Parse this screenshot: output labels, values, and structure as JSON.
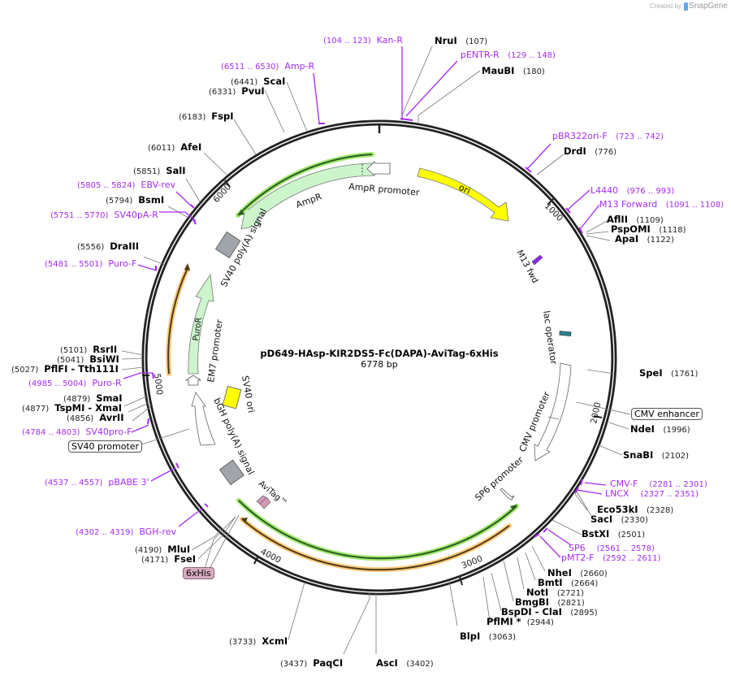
{
  "credit": {
    "prefix": "Created by",
    "brand": "SnapGene"
  },
  "plasmid": {
    "name": "pD649-HAsp-KIR2DS5-Fc(DAPA)-AviTag-6xHis",
    "length_label": "6778 bp",
    "length": 6778
  },
  "ticks": [
    "1000",
    "2000",
    "3000",
    "4000",
    "5000",
    "6000"
  ],
  "enzymes": [
    {
      "name": "NruI",
      "pos": "(107)"
    },
    {
      "name": "MauBI",
      "pos": "(180)"
    },
    {
      "name": "DrdI",
      "pos": "(776)"
    },
    {
      "name": "AflII",
      "pos": "(1109)"
    },
    {
      "name": "PspOMI",
      "pos": "(1118)"
    },
    {
      "name": "ApaI",
      "pos": "(1122)"
    },
    {
      "name": "SpeI",
      "pos": "(1761)"
    },
    {
      "name": "NdeI",
      "pos": "(1996)"
    },
    {
      "name": "SnaBI",
      "pos": "(2102)"
    },
    {
      "name": "Eco53kI",
      "pos": "(2328)"
    },
    {
      "name": "SacI",
      "pos": "(2330)"
    },
    {
      "name": "BstXI",
      "pos": "(2501)"
    },
    {
      "name": "NheI",
      "pos": "(2660)"
    },
    {
      "name": "BmtI",
      "pos": "(2664)"
    },
    {
      "name": "NotI",
      "pos": "(2721)"
    },
    {
      "name": "BmgBI",
      "pos": "(2821)"
    },
    {
      "name": "BspDI - ClaI",
      "pos": "(2895)"
    },
    {
      "name": "PflMI *",
      "pos": "(2944)"
    },
    {
      "name": "BlpI",
      "pos": "(3063)"
    },
    {
      "name": "AscI",
      "pos": "(3402)"
    },
    {
      "name": "PaqCI",
      "pos": "(3437)"
    },
    {
      "name": "XcmI",
      "pos": "(3733)"
    },
    {
      "name": "FseI",
      "pos": "(4171)"
    },
    {
      "name": "MluI",
      "pos": "(4190)"
    },
    {
      "name": "AvrII",
      "pos": "(4856)"
    },
    {
      "name": "TspMI - XmaI",
      "pos": "(4877)"
    },
    {
      "name": "SmaI",
      "pos": "(4879)"
    },
    {
      "name": "PflFI - Tth111I",
      "pos": "(5027)"
    },
    {
      "name": "BsiWI",
      "pos": "(5041)"
    },
    {
      "name": "RsrII",
      "pos": "(5101)"
    },
    {
      "name": "DraIII",
      "pos": "(5556)"
    },
    {
      "name": "BsmI",
      "pos": "(5794)"
    },
    {
      "name": "SalI",
      "pos": "(5851)"
    },
    {
      "name": "AfeI",
      "pos": "(6011)"
    },
    {
      "name": "FspI",
      "pos": "(6183)"
    },
    {
      "name": "PvuI",
      "pos": "(6331)"
    },
    {
      "name": "ScaI",
      "pos": "(6441)"
    }
  ],
  "primers": [
    {
      "name": "Kan-R",
      "range": "(104 .. 123)"
    },
    {
      "name": "pENTR-R",
      "range": "(129 .. 148)"
    },
    {
      "name": "pBR322ori-F",
      "range": "(723 .. 742)"
    },
    {
      "name": "L4440",
      "range": "(976 .. 993)"
    },
    {
      "name": "M13 Forward",
      "range": "(1091 .. 1108)"
    },
    {
      "name": "CMV-F",
      "range": "(2281 .. 2301)"
    },
    {
      "name": "LNCX",
      "range": "(2327 .. 2351)"
    },
    {
      "name": "SP6",
      "range": "(2561 .. 2578)"
    },
    {
      "name": "pMT2-F",
      "range": "(2592 .. 2611)"
    },
    {
      "name": "BGH-rev",
      "range": "(4302 .. 4319)"
    },
    {
      "name": "pBABE 3'",
      "range": "(4537 .. 4557)"
    },
    {
      "name": "SV40pro-F",
      "range": "(4784 .. 4803)"
    },
    {
      "name": "Puro-R",
      "range": "(4985 .. 5004)"
    },
    {
      "name": "Puro-F",
      "range": "(5481 .. 5501)"
    },
    {
      "name": "SV40pA-R",
      "range": "(5751 .. 5770)"
    },
    {
      "name": "EBV-rev",
      "range": "(5805 .. 5824)"
    },
    {
      "name": "Amp-R",
      "range": "(6511 .. 6530)"
    }
  ],
  "features": {
    "ori": "ori",
    "m13_fwd": "M13 fwd",
    "lac_operator": "lac operator",
    "cmv_promoter": "CMV promoter",
    "cmv_enhancer": "CMV enhancer",
    "sp6_promoter": "SP6 promoter",
    "avitag": "AviTag™",
    "six_his": "6xHis",
    "bgh_polya": "bGH poly(A) signal",
    "sv40_ori": "SV40 ori",
    "sv40_promoter": "SV40 promoter",
    "em7_promoter": "EM7 promoter",
    "puror": "PuroR",
    "sv40_polya": "SV40 poly(A) signal",
    "ampr": "AmpR",
    "ampr_promoter": "AmpR promoter"
  },
  "colors": {
    "primer": "#a52cf0",
    "ori": "#ffff00",
    "ampr_fill": "#ccf5cc",
    "orf_green": "#9ce86a",
    "orf_orange": "#ffc877",
    "polya_grey": "#a0a4ab",
    "lac_operator": "#2e7f93",
    "avitag": "#d49ab5",
    "sv40_ori": "#ffff00"
  }
}
